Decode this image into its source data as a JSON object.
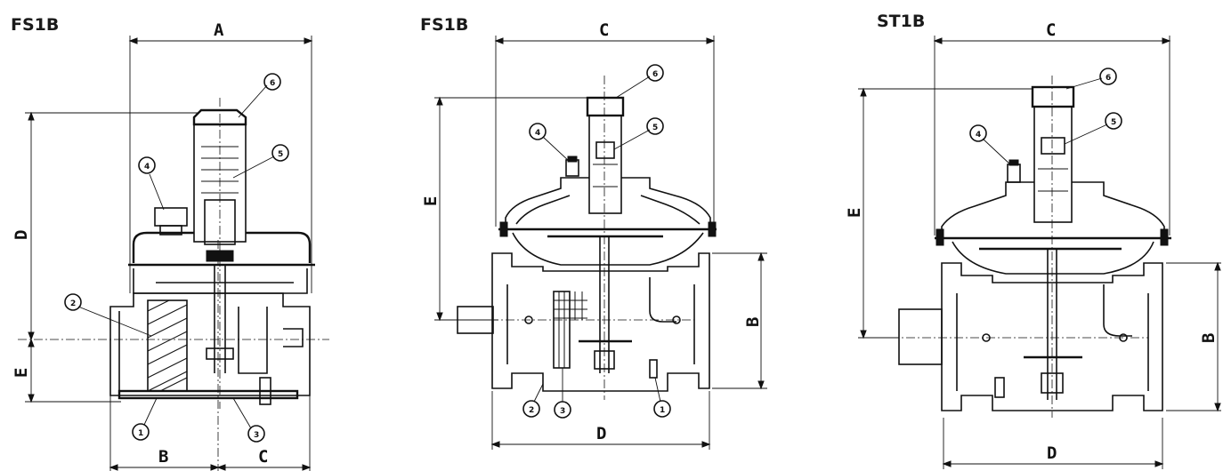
{
  "views": [
    {
      "title": "FS1B",
      "dims": {
        "top": "A",
        "left": "D",
        "left_low": "E",
        "bottom_left": "B",
        "bottom_right": "C"
      },
      "callouts": [
        "1",
        "2",
        "3",
        "4",
        "5",
        "6"
      ]
    },
    {
      "title": "FS1B",
      "dims": {
        "top": "C",
        "left": "E",
        "right": "B",
        "bottom": "D"
      },
      "callouts": [
        "1",
        "2",
        "3",
        "4",
        "5",
        "6"
      ]
    },
    {
      "title": "ST1B",
      "dims": {
        "top": "C",
        "left": "E",
        "right": "B",
        "bottom": "D"
      },
      "callouts": [
        "4",
        "5",
        "6"
      ]
    }
  ]
}
